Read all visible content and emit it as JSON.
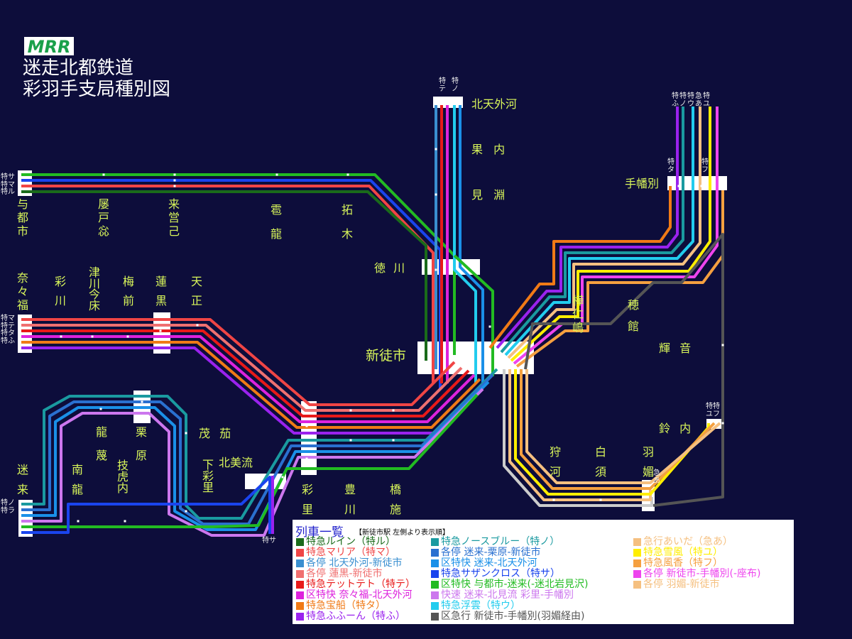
{
  "header": {
    "logo_text": "MRR",
    "title_line1": "迷走北都鉄道",
    "title_line2": "彩羽手支局種別図"
  },
  "colors": {
    "background": "#0d0d3b",
    "station_label": "#d8f55a",
    "rain": "#1a6b1a",
    "maria": "#f04545",
    "local_kitaten": "#3a8fd0",
    "local_hasu": "#f07070",
    "tetto": "#e81a1a",
    "naraku": "#dd22dd",
    "takara": "#f07a16",
    "fuun": "#9a22ee",
    "north_blue": "#1a9aa0",
    "local_meikuri": "#2a70d0",
    "ku_meikita": "#1a90e8",
    "southern": "#1a44ee",
    "ku_yoto": "#22bb22",
    "kaisoku": "#cc77ee",
    "ukumo": "#22ccee",
    "kuk_tebo": "#555555",
    "aida": "#f5c080",
    "yukaze": "#ffee00",
    "fuka": "#f5a040",
    "local_tebo": "#ee44ee",
    "local_hane": "#f5c080"
  },
  "stations": {
    "yotoshi": "与\n都\n市",
    "ruko": "屡\n戸\n惢",
    "raigo": "来\n営\n己",
    "bakuryu": "雹\n龍",
    "takuki": "拓\n木",
    "kitaten": "北天外河",
    "kauchi": "果 内",
    "mifuchi": "見 淵",
    "tokugawa": "徳 川",
    "shintoshi": "新徒市",
    "temakubetsu": "手幡別",
    "narafuku": "奈\n々\n福",
    "saikawa": "彩\n川",
    "tsugawa": "津\n川\n今\n床",
    "umemae": "梅\n前",
    "hasukuro": "蓮\n黒",
    "amasho": "天\n正",
    "kanjinshima": "樺\n仁\n嶋",
    "hodate": "穂\n館",
    "kion": "輝 音",
    "meirai": "迷\n来",
    "nanryu": "南\n龍",
    "ryuben": "龍",
    "kurihara_kuri": "栗",
    "kurihara_hara": "原",
    "mouhan": "蔑",
    "gikonai": "技\n虎\n内",
    "moka": "茂 茄",
    "shimosato": "下\n彩\n里",
    "kitabiru": "北美流",
    "sairi": "彩\n里",
    "toyokawa": "豊\n川",
    "kyoshi": "橋\n施",
    "suzuuchi": "鈴 内",
    "karikawa": "狩\n河",
    "shirasu": "白\n須",
    "habi": "羽\n媚"
  },
  "train_marks": {
    "left_top": "特サ\n特マ\n特ル",
    "left_mid": "特マ\n特テ\n特タ\n特ふ",
    "left_bot": "特ノ\n特ラ",
    "kitaten_a": "特\nテ",
    "kitaten_b": "特\nノ",
    "top_right": "特特特急特\nふノウあユ",
    "temakubetsu_a": "特\nタ",
    "temakubetsu_b": "特\nフ",
    "suzuuchi": "特特\nユフ",
    "habi": "急\nあ",
    "kitabiru": "特サ"
  },
  "legend": {
    "title": "列車一覧",
    "subtitle": "【新徒市駅 左側より表示順】",
    "col1": [
      {
        "label": "特急ルイン（特ル）",
        "color": "#1a6b1a"
      },
      {
        "label": "特急マリア（特マ）",
        "color": "#f04545"
      },
      {
        "label": "各停 北天外河-新徒市",
        "color": "#3a8fd0"
      },
      {
        "label": "各停 蓮黒-新徒市",
        "color": "#f07070"
      },
      {
        "label": "特急テットテト（特テ）",
        "color": "#e81a1a"
      },
      {
        "label": "区特快 奈々福-北天外河",
        "color": "#dd22dd"
      },
      {
        "label": "特急宝船（特タ）",
        "color": "#f07a16"
      },
      {
        "label": "特急ふふーん（特ふ）",
        "color": "#9a22ee"
      }
    ],
    "col2": [
      {
        "label": "特急ノースブルー（特ノ）",
        "color": "#1a9aa0"
      },
      {
        "label": "各停 迷来-栗原-新徒市",
        "color": "#2a70d0"
      },
      {
        "label": "区特快 迷来-北天外河",
        "color": "#1a90e8"
      },
      {
        "label": "特急サザンクロス（特サ）",
        "color": "#1a44ee"
      },
      {
        "label": "区特快 与都市-迷来(-迷北岩見沢)",
        "color": "#22bb22"
      },
      {
        "label": "快速 迷来-北見流  彩里-手幡別",
        "color": "#cc77ee"
      },
      {
        "label": "特急浮雲（特ウ）",
        "color": "#22ccee"
      },
      {
        "label": "区急行 新徒市-手幡別(羽媚経由)",
        "color": "#555555"
      }
    ],
    "col3": [
      {
        "label": "急行あいだ（急あ）",
        "color": "#f5c080"
      },
      {
        "label": "特急雪風（特ユ）",
        "color": "#ffee00"
      },
      {
        "label": "特急風香（特フ）",
        "color": "#f5a040"
      },
      {
        "label": "各停 新徒市-手幡別(-座布)",
        "color": "#ee44ee"
      },
      {
        "label": "各停 羽媚-新徒市",
        "color": "#f5c080"
      }
    ]
  }
}
